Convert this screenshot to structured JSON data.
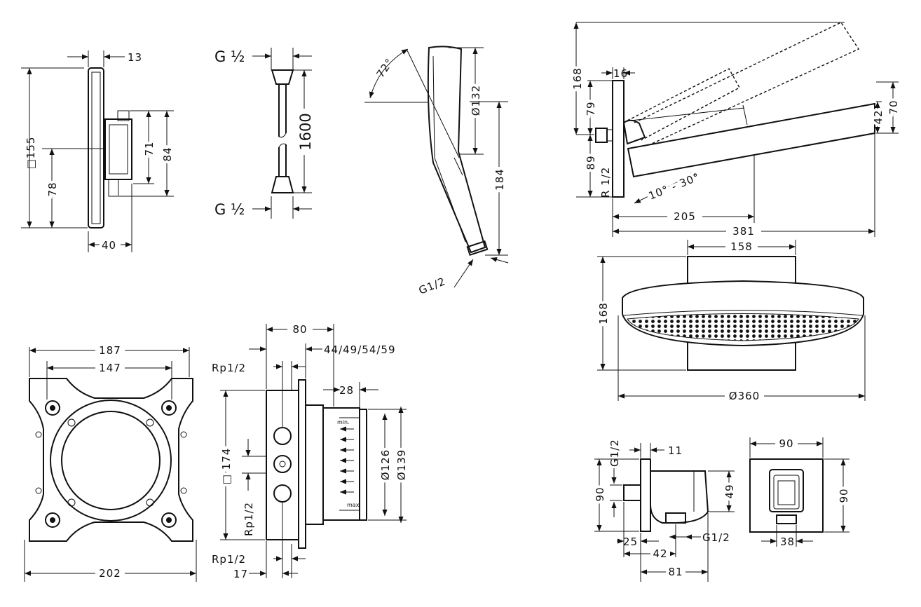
{
  "drawing": {
    "thermostat_module": {
      "d1": "13",
      "d2": "□155",
      "d3": "78",
      "d4": "71",
      "d5": "84",
      "d6": "40"
    },
    "hose": {
      "top": "G ½",
      "bottom": "G ½",
      "length": "1600"
    },
    "hand_shower": {
      "angle": "72°",
      "d1": "Ø132",
      "d2": "184",
      "thread": "G1/2"
    },
    "shower_arm": {
      "d1": "16",
      "d2": "168",
      "d3": "79",
      "d4": "89",
      "d5": "R 1/2",
      "d6": "70",
      "d7": "42",
      "angle": "10° - 30°",
      "d8": "205",
      "d9": "381"
    },
    "overhead_shower": {
      "d1": "158",
      "d2": "168",
      "d3": "Ø360"
    },
    "mounting_plate": {
      "d1": "187",
      "d2": "147",
      "d3": "202"
    },
    "body": {
      "d1": "80",
      "d2": "44/49/54/59",
      "d3": "Rp1/2",
      "d4": "28",
      "d5": "□ 174",
      "d6": "Ø126",
      "d7": "Ø139",
      "d8": "Rp1/2",
      "d9": "Rp1/2",
      "d10": "17",
      "min": "min.",
      "max": "max."
    },
    "wall_outlet": {
      "d1": "G1/2",
      "d2": "11",
      "d3": "90",
      "d4": "49",
      "d5": "25",
      "d6": "G1/2",
      "d7": "42",
      "d8": "81"
    },
    "wall_outlet_front": {
      "d1": "90",
      "d2": "90",
      "d3": "38"
    }
  }
}
